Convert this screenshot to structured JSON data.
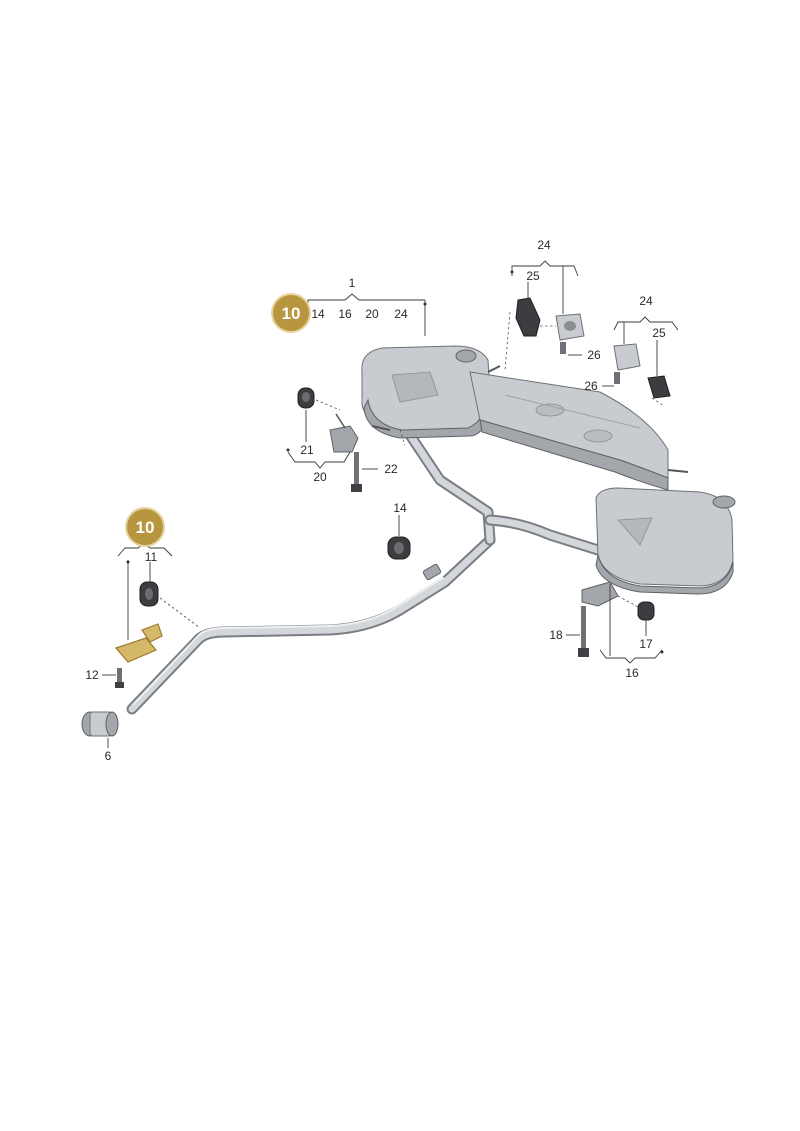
{
  "badge_color": "#b8963f",
  "badges": {
    "main": "10",
    "left": "10"
  },
  "labels": {
    "l1": "1",
    "l1_parts": [
      "14",
      "16",
      "20",
      "24"
    ],
    "l24a": "24",
    "l25a": "25",
    "l26a": "26",
    "l24b": "24",
    "l25b": "25",
    "l26b": "26",
    "l21": "21",
    "l20": "20",
    "l22": "22",
    "l14": "14",
    "l11": "11",
    "l12": "12",
    "l6": "6",
    "l18": "18",
    "l17": "17",
    "l16": "16"
  }
}
